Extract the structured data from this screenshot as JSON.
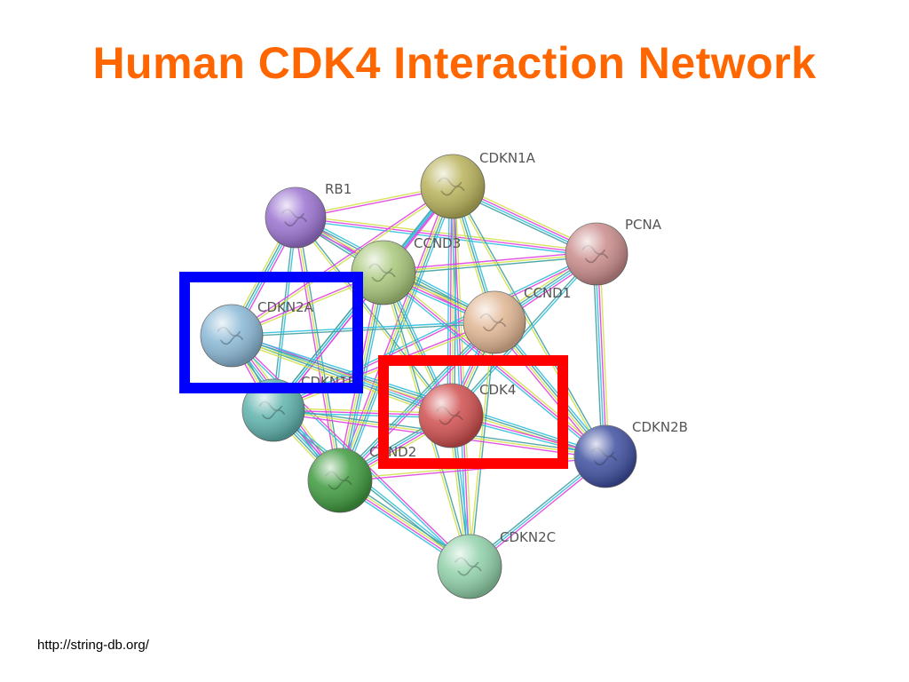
{
  "slide": {
    "title": "Human CDK4 Interaction Network",
    "source_url": "http://string-db.org/"
  },
  "network": {
    "nodes": [
      {
        "id": "CDKN1A",
        "label": "CDKN1A",
        "color": "#b8b25a"
      },
      {
        "id": "RB1",
        "label": "RB1",
        "color": "#9a72d0"
      },
      {
        "id": "PCNA",
        "label": "PCNA",
        "color": "#c98a8a"
      },
      {
        "id": "CCND3",
        "label": "CCND3",
        "color": "#a8c77a"
      },
      {
        "id": "CDKN2A",
        "label": "CDKN2A",
        "color": "#8ab8d6"
      },
      {
        "id": "CCND1",
        "label": "CCND1",
        "color": "#e0b592"
      },
      {
        "id": "CDKN1B",
        "label": "CDKN1B",
        "color": "#5fb3ad"
      },
      {
        "id": "CDK4",
        "label": "CDK4",
        "color": "#d04e4e"
      },
      {
        "id": "CDKN2B",
        "label": "CDKN2B",
        "color": "#3e4fa0"
      },
      {
        "id": "CCND2",
        "label": "CCND2",
        "color": "#3e9a3e"
      },
      {
        "id": "CDKN2C",
        "label": "CDKN2C",
        "color": "#8fd0a8"
      }
    ],
    "edges": [
      [
        "RB1",
        "CDKN1A"
      ],
      [
        "RB1",
        "CCND3"
      ],
      [
        "RB1",
        "CCND1"
      ],
      [
        "RB1",
        "CDK4"
      ],
      [
        "RB1",
        "PCNA"
      ],
      [
        "RB1",
        "CDKN2A"
      ],
      [
        "RB1",
        "CDKN1B"
      ],
      [
        "RB1",
        "CCND2"
      ],
      [
        "CDKN1A",
        "PCNA"
      ],
      [
        "CDKN1A",
        "CCND3"
      ],
      [
        "CDKN1A",
        "CCND1"
      ],
      [
        "CDKN1A",
        "CDK4"
      ],
      [
        "CDKN1A",
        "CDKN2A"
      ],
      [
        "CDKN1A",
        "CDKN1B"
      ],
      [
        "CDKN1A",
        "CCND2"
      ],
      [
        "CDKN1A",
        "CDKN2B"
      ],
      [
        "CDKN1A",
        "CDKN2C"
      ],
      [
        "PCNA",
        "CCND1"
      ],
      [
        "PCNA",
        "CDK4"
      ],
      [
        "PCNA",
        "CCND3"
      ],
      [
        "PCNA",
        "CDKN2B"
      ],
      [
        "PCNA",
        "CDKN1B"
      ],
      [
        "CCND3",
        "CDK4"
      ],
      [
        "CCND3",
        "CCND1"
      ],
      [
        "CCND3",
        "CDKN2A"
      ],
      [
        "CCND3",
        "CDKN1B"
      ],
      [
        "CCND3",
        "CCND2"
      ],
      [
        "CCND3",
        "CDKN2C"
      ],
      [
        "CCND3",
        "CDKN2B"
      ],
      [
        "CDKN2A",
        "CDK4"
      ],
      [
        "CDKN2A",
        "CCND1"
      ],
      [
        "CDKN2A",
        "CDKN1B"
      ],
      [
        "CDKN2A",
        "CCND2"
      ],
      [
        "CDKN2A",
        "CDKN2C"
      ],
      [
        "CDKN2A",
        "CDKN2B"
      ],
      [
        "CCND1",
        "CDK4"
      ],
      [
        "CCND1",
        "CDKN1B"
      ],
      [
        "CCND1",
        "CCND2"
      ],
      [
        "CCND1",
        "CDKN2B"
      ],
      [
        "CCND1",
        "CDKN2C"
      ],
      [
        "CDKN1B",
        "CDK4"
      ],
      [
        "CDKN1B",
        "CCND2"
      ],
      [
        "CDKN1B",
        "CDKN2C"
      ],
      [
        "CDKN1B",
        "CDKN2B"
      ],
      [
        "CDK4",
        "CCND2"
      ],
      [
        "CDK4",
        "CDKN2B"
      ],
      [
        "CDK4",
        "CDKN2C"
      ],
      [
        "CCND2",
        "CDKN2C"
      ],
      [
        "CCND2",
        "CDKN2B"
      ],
      [
        "CDKN2B",
        "CDKN2C"
      ]
    ],
    "edge_colors": [
      "#d4e04a",
      "#e040e0",
      "#30c0e0",
      "#40a0a0"
    ]
  },
  "highlights": [
    {
      "target": "CDKN2A",
      "color": "#0000ff"
    },
    {
      "target": "CDK4",
      "color": "#ff0000"
    }
  ]
}
